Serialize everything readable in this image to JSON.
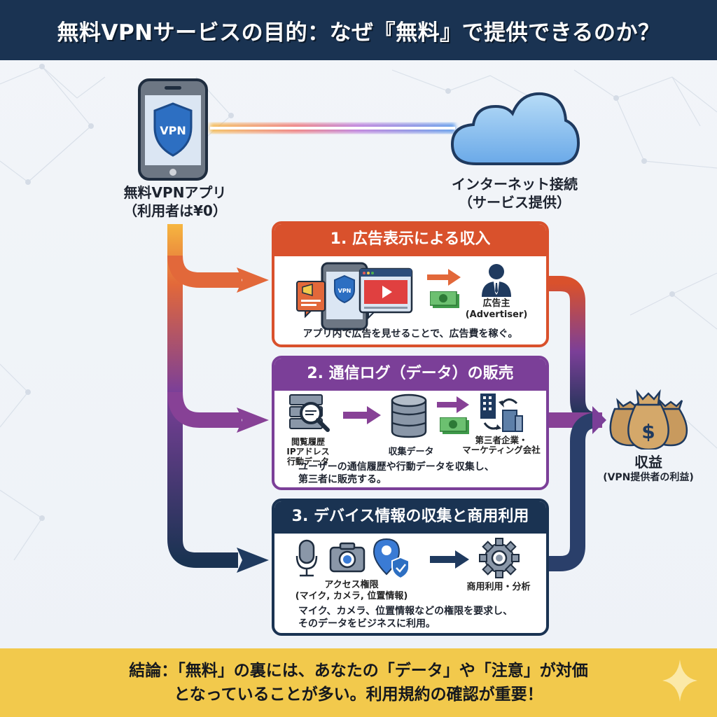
{
  "header": {
    "title": "無料VPNサービスの目的：なぜ『無料』で提供できるのか？"
  },
  "colors": {
    "navy": "#1a3352",
    "orange": "#d9512c",
    "purple": "#7b3f98",
    "blue": "#3a7bd5",
    "gold": "#f2c94c",
    "money_green": "#4caf50"
  },
  "app": {
    "icon": "phone-vpn-shield-icon",
    "shield_text": "VPN",
    "label": "無料VPNアプリ",
    "sublabel": "（利用者は¥0）"
  },
  "internet": {
    "icon": "cloud-icon",
    "label": "インターネット接続",
    "sublabel": "（サービス提供）"
  },
  "cards": [
    {
      "title": "1. 広告表示による収入",
      "icons": [
        "megaphone-ad-icon",
        "phone-vpn-icon",
        "video-ad-window-icon",
        "arrow-right-icon",
        "money-bill-icon",
        "advertiser-person-icon"
      ],
      "target_label": "広告主",
      "target_sublabel": "(Advertiser)",
      "description": "アプリ内で広告を見せることで、広告費を稼ぐ。"
    },
    {
      "title": "2. 通信ログ（データ）の販売",
      "icons": [
        "server-magnifier-icon",
        "arrow-right-icon",
        "database-icon",
        "arrow-right-icon",
        "money-bill-icon",
        "buildings-exchange-icon"
      ],
      "source_lines": [
        "閲覧履歴",
        "IPアドレス",
        "行動データ"
      ],
      "middle_label": "収集データ",
      "target_lines": [
        "第三者企業・",
        "マーケティング会社"
      ],
      "description_lines": [
        "ユーザーの通信履歴や行動データを収集し、",
        "第三者に販売する。"
      ]
    },
    {
      "title": "3. デバイス情報の収集と商用利用",
      "icons": [
        "microphone-icon",
        "camera-icon",
        "location-shield-icon",
        "arrow-right-icon",
        "gear-icon"
      ],
      "source_label": "アクセス権限",
      "source_sublabel": "(マイク, カメラ, 位置情報)",
      "target_label": "商用利用・分析",
      "description_lines": [
        "マイク、カメラ、位置情報などの権限を要求し、",
        "そのデータをビジネスに利用。"
      ]
    }
  ],
  "revenue": {
    "icon": "money-bags-icon",
    "label": "収益",
    "sublabel": "(VPN提供者の利益)"
  },
  "footer": {
    "line1": "結論：「無料」の裏には、あなたの「データ」や「注意」が対価",
    "line2": "となっていることが多い。利用規約の確認が重要！",
    "decoration": "sparkle-icon"
  }
}
